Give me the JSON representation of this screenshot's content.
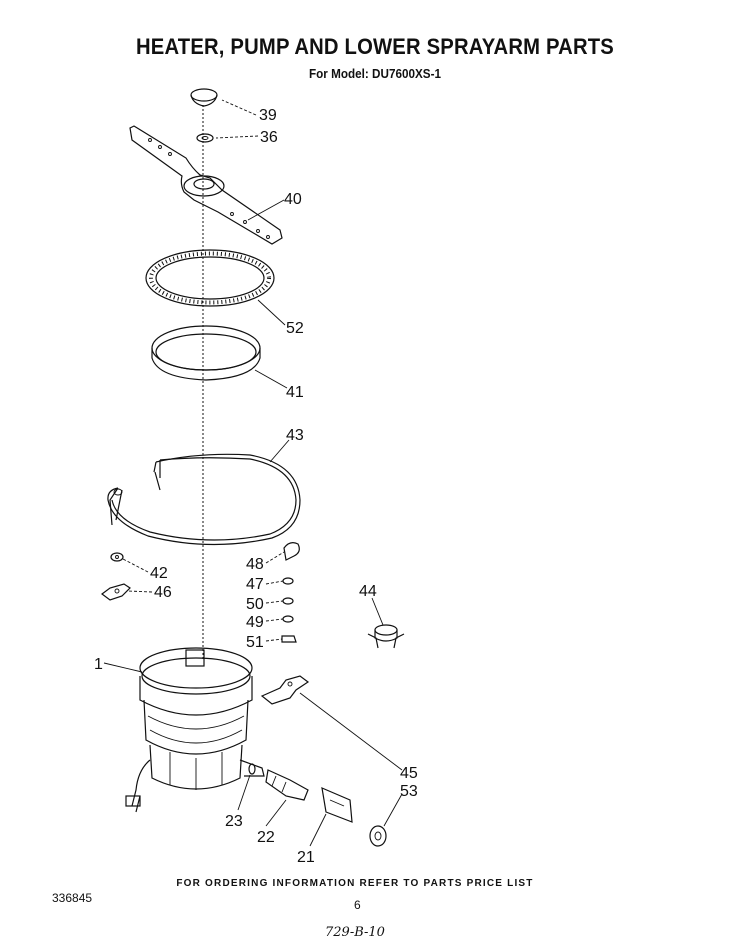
{
  "header": {
    "title": "HEATER, PUMP AND LOWER SPRAYARM PARTS",
    "subtitle": "For Model: DU7600XS-1"
  },
  "callouts": {
    "c39": "39",
    "c36": "36",
    "c40": "40",
    "c52": "52",
    "c41": "41",
    "c43": "43",
    "c42": "42",
    "c46": "46",
    "c48": "48",
    "c47": "47",
    "c50": "50",
    "c49": "49",
    "c51": "51",
    "c44": "44",
    "c1": "1",
    "c45": "45",
    "c53": "53",
    "c23": "23",
    "c22": "22",
    "c21": "21"
  },
  "footer": {
    "ordering_note": "FOR ORDERING INFORMATION REFER TO PARTS PRICE LIST",
    "document_number": "336845",
    "page_number": "6",
    "handwritten_note": "729-B-10"
  }
}
